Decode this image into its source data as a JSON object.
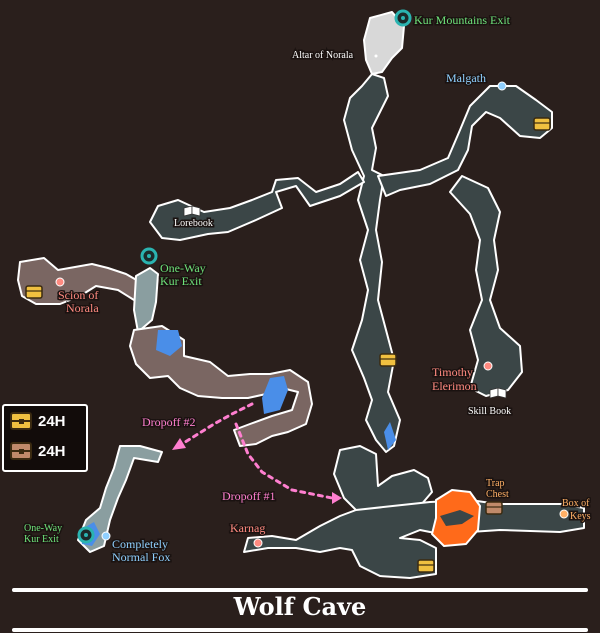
{
  "title": "Wolf Cave",
  "labels": {
    "kur_mountains_exit": "Kur Mountains Exit",
    "altar_of_norala": "Altar of Norala",
    "malgath": "Malgath",
    "lorebook": "Lorebook",
    "one_way_kur_exit_top_l1": "One-Way",
    "one_way_kur_exit_top_l2": "Kur Exit",
    "scion_l1": "Scion of",
    "scion_l2": "Norala",
    "timothy_l1": "Timothy",
    "timothy_l2": "Elerimon",
    "skill_book": "Skill Book",
    "dropoff_2": "Dropoff #2",
    "dropoff_1": "Dropoff #1",
    "trap_chest_l1": "Trap",
    "trap_chest_l2": "Chest",
    "box_of_keys_l1": "Box of",
    "box_of_keys_l2": "Keys",
    "one_way_kur_exit_bottom_l1": "One-Way",
    "one_way_kur_exit_bottom_l2": "Kur Exit",
    "fox_l1": "Completely",
    "fox_l2": "Normal Fox",
    "karnag": "Karnag"
  },
  "legend": [
    {
      "label": "24H",
      "chest": "gold",
      "color": "#f0c040"
    },
    {
      "label": "24H",
      "chest": "brown",
      "color": "#c08a6a"
    }
  ],
  "colors": {
    "background": "#2a1f1c",
    "cave_dark": "#3b4647",
    "cave_brown": "#7a6662",
    "cave_grey_blue": "#8a9ea0",
    "water": "#4a8ee8",
    "lava": "#ff6a1a",
    "summit": "#d8d8d8",
    "portal": "#2ab3b0"
  }
}
